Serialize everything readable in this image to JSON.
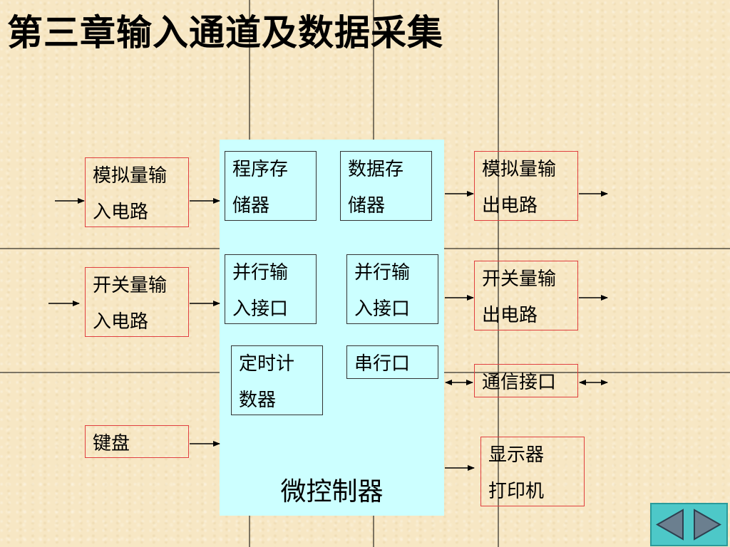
{
  "title": "第三章输入通道及数据采集",
  "microcontroller": {
    "label": "微控制器",
    "modules": [
      {
        "line1": "程序存",
        "line2": "储器"
      },
      {
        "line1": "数据存",
        "line2": "储器"
      },
      {
        "line1": "并行输",
        "line2": "入接口"
      },
      {
        "line1": "并行输",
        "line2": "入接口"
      },
      {
        "line1": "定时计",
        "line2": "数器"
      },
      {
        "line1": "串行口"
      }
    ]
  },
  "inputs": [
    {
      "line1": "模拟量输",
      "line2": "入电路"
    },
    {
      "line1": "开关量输",
      "line2": "入电路"
    },
    {
      "line1": "键盘"
    }
  ],
  "outputs": [
    {
      "line1": "模拟量输",
      "line2": "出电路"
    },
    {
      "line1": "开关量输",
      "line2": "出电路"
    },
    {
      "line1": "通信接口"
    },
    {
      "line1": "显示器",
      "line2": "打印机"
    }
  ],
  "nav": {
    "prev_icon": "triangle-left-icon",
    "next_icon": "triangle-right-icon"
  },
  "colors": {
    "background": "#f7e7c4",
    "microcontroller_fill": "#ccffff",
    "peripheral_border": "#e04040",
    "nav_fill": "#4dc8c8"
  }
}
